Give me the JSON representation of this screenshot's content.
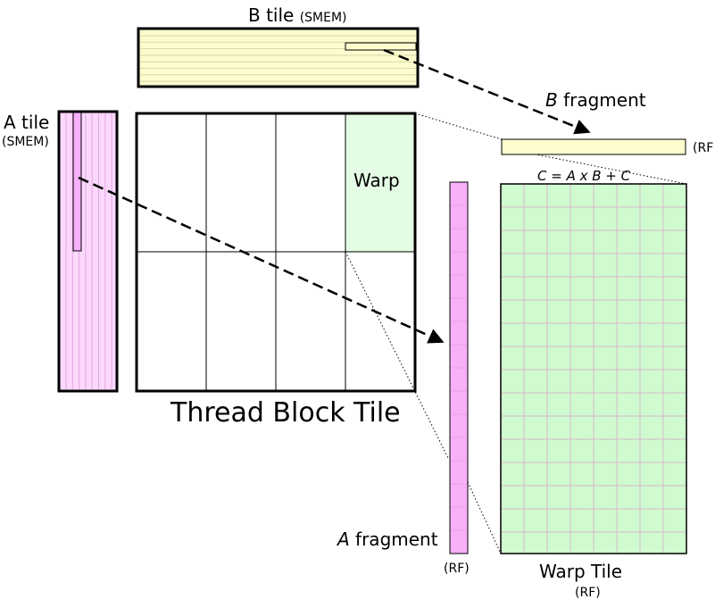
{
  "labels": {
    "b_tile": "B tile",
    "b_tile_mem": "(SMEM)",
    "a_tile": "A tile",
    "a_tile_mem": "(SMEM)",
    "warp": "Warp",
    "thread_block_tile": "Thread Block Tile",
    "b_fragment_var": "B",
    "b_fragment_word": "fragment",
    "b_fragment_mem": "(RF",
    "equation": "C = A x B + C",
    "a_fragment_var": "A",
    "a_fragment_word": "fragment",
    "a_fragment_mem": "(RF)",
    "warp_tile": "Warp Tile",
    "warp_tile_mem": "(RF)"
  },
  "colors": {
    "b_fill": "#fcfccf",
    "b_line": "#d8d8a8",
    "a_fill": "#fcd8fc",
    "a_line": "#e0a8e0",
    "a_frag_fill": "#f8b0f8",
    "warp_fill": "#e4fce4",
    "warp_tile_fill": "#d0fad0",
    "warp_tile_grid": "#d8b8c8"
  }
}
